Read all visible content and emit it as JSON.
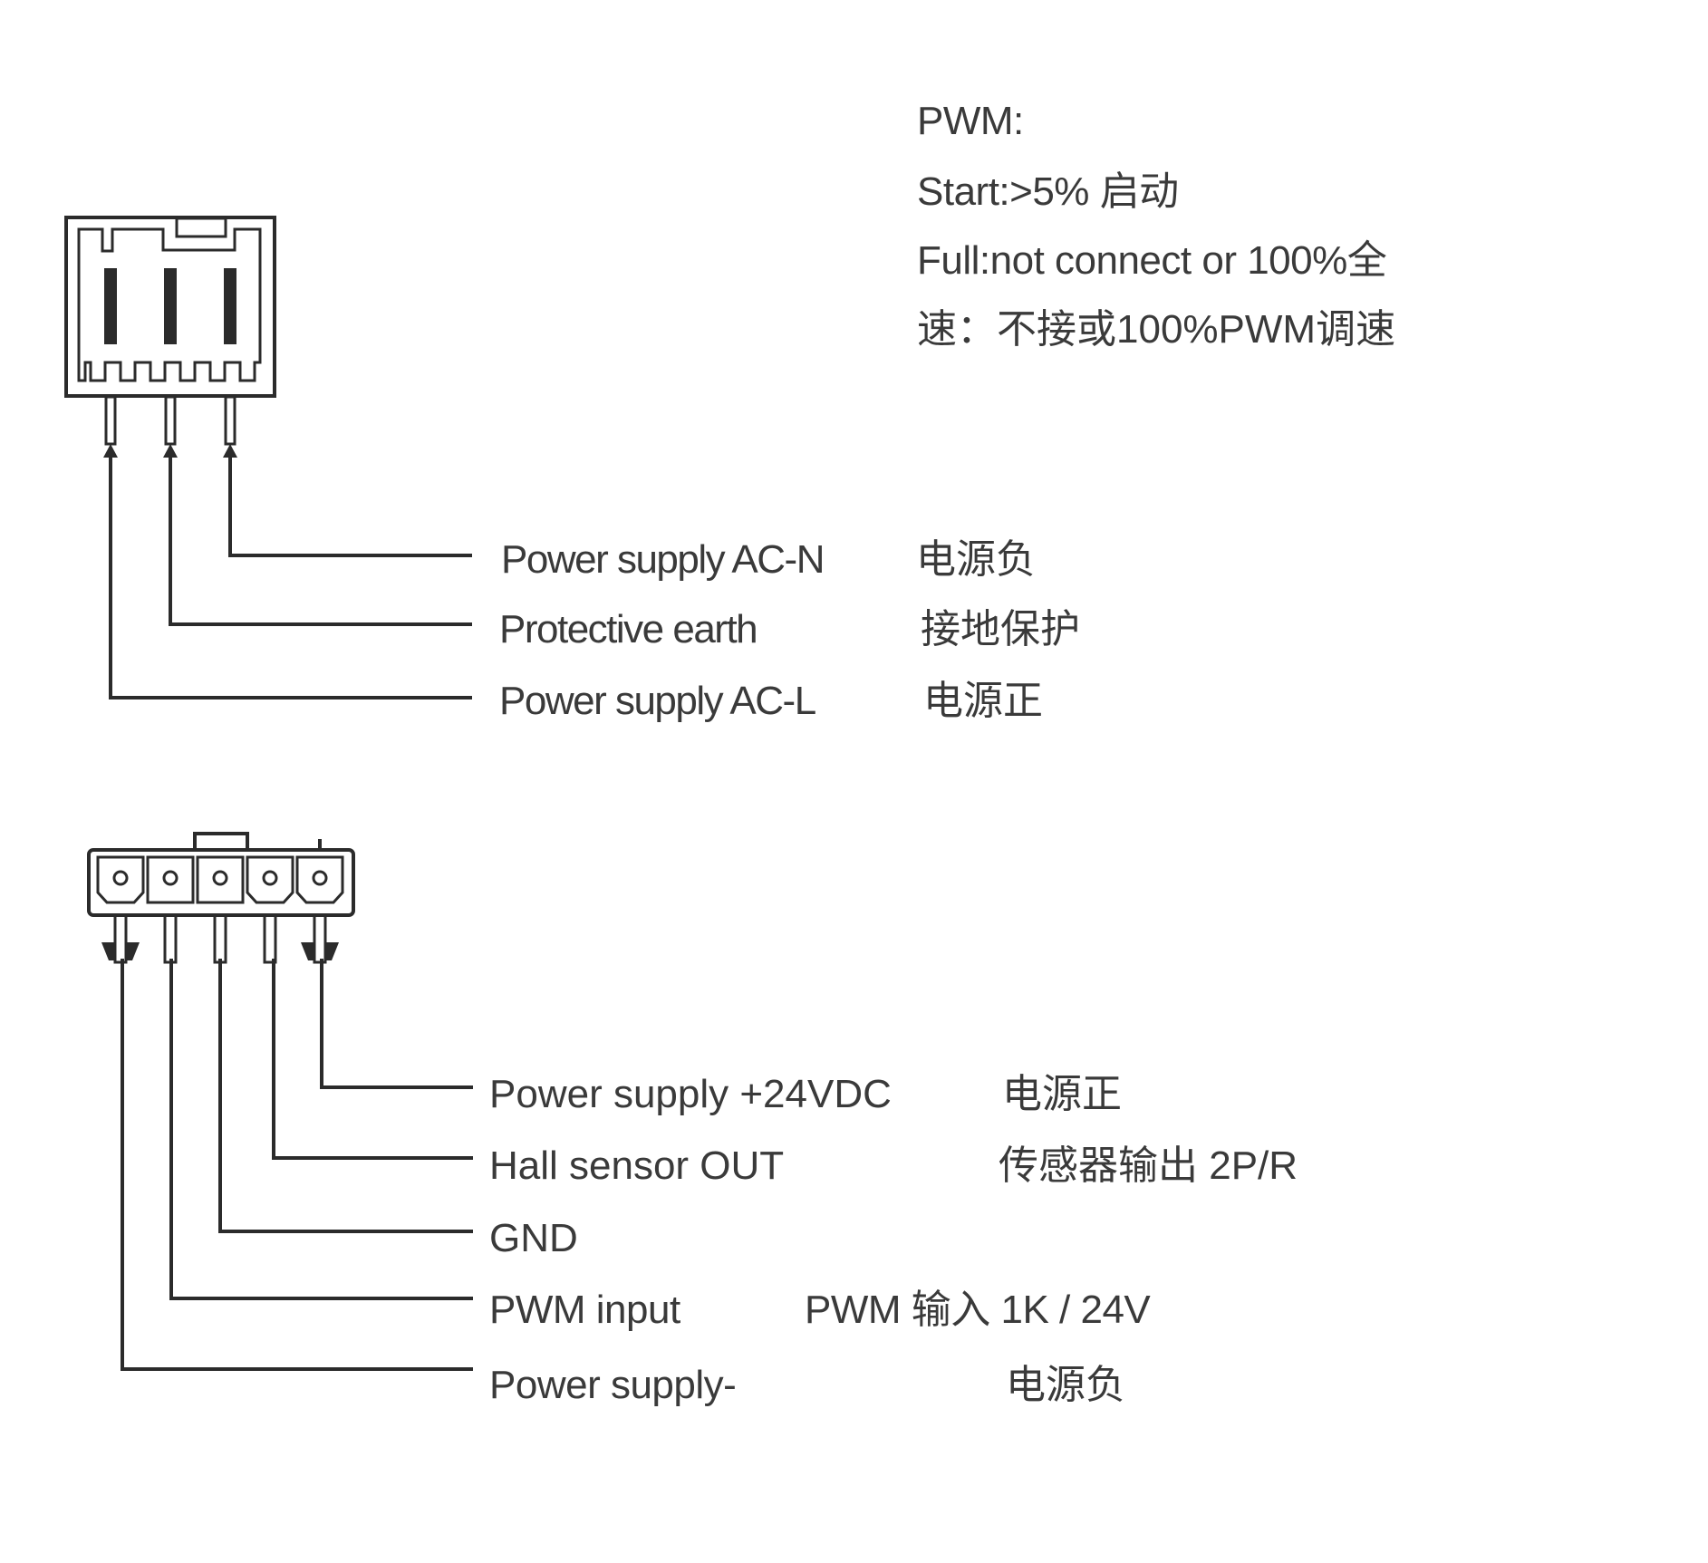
{
  "pwm_note": {
    "title": "PWM:",
    "lines": [
      "Start:>5% 启动",
      "Full:not connect or 100%全",
      "速：不接或100%PWM调速"
    ]
  },
  "ac_connector": {
    "pin_count": 3,
    "pins": [
      {
        "label": "Power supply AC-N",
        "label_cn": "电源负"
      },
      {
        "label": "Protective earth",
        "label_cn": "接地保护"
      },
      {
        "label": "Power supply AC-L",
        "label_cn": "电源正"
      }
    ]
  },
  "dc_connector": {
    "pin_count": 5,
    "pins": [
      {
        "label": "Power supply +24VDC",
        "label_cn": "电源正"
      },
      {
        "label": "Hall sensor OUT",
        "label_cn": "传感器输出  2P/R"
      },
      {
        "label": "GND",
        "label_cn": ""
      },
      {
        "label": "PWM input",
        "label_cn": "PWM 输入  1K / 24V"
      },
      {
        "label": "Power supply-",
        "label_cn": "电源负"
      }
    ]
  }
}
